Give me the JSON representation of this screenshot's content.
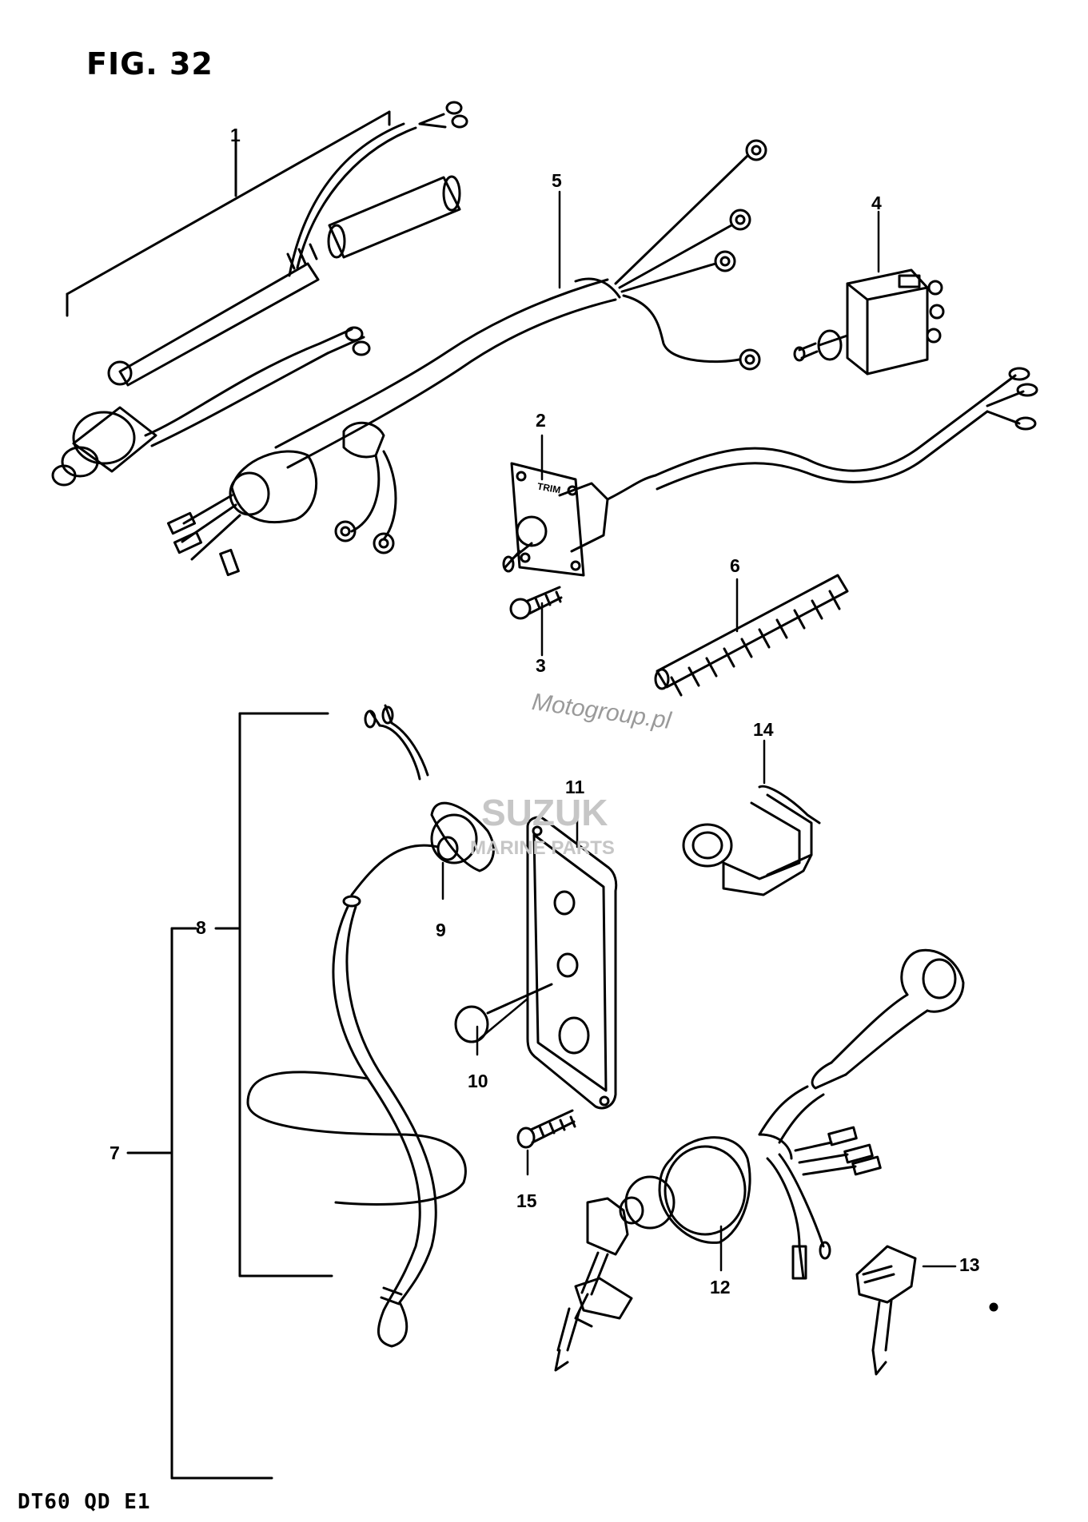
{
  "figure": {
    "title": "FIG. 32",
    "footer": "DT60 QD E1"
  },
  "callouts": [
    {
      "id": "1",
      "label": "1"
    },
    {
      "id": "2",
      "label": "2"
    },
    {
      "id": "3",
      "label": "3"
    },
    {
      "id": "4",
      "label": "4"
    },
    {
      "id": "5",
      "label": "5"
    },
    {
      "id": "6",
      "label": "6"
    },
    {
      "id": "7",
      "label": "7"
    },
    {
      "id": "8",
      "label": "8"
    },
    {
      "id": "9",
      "label": "9"
    },
    {
      "id": "10",
      "label": "10"
    },
    {
      "id": "11",
      "label": "11"
    },
    {
      "id": "12",
      "label": "12"
    },
    {
      "id": "13",
      "label": "13"
    },
    {
      "id": "14",
      "label": "14"
    },
    {
      "id": "15",
      "label": "15"
    }
  ],
  "part_text": {
    "trim_plate_label": "TRIM"
  },
  "watermarks": {
    "site": "Motogroup.pl",
    "brand": "SUZUK",
    "brand_sub": "MARINE PARTS"
  }
}
